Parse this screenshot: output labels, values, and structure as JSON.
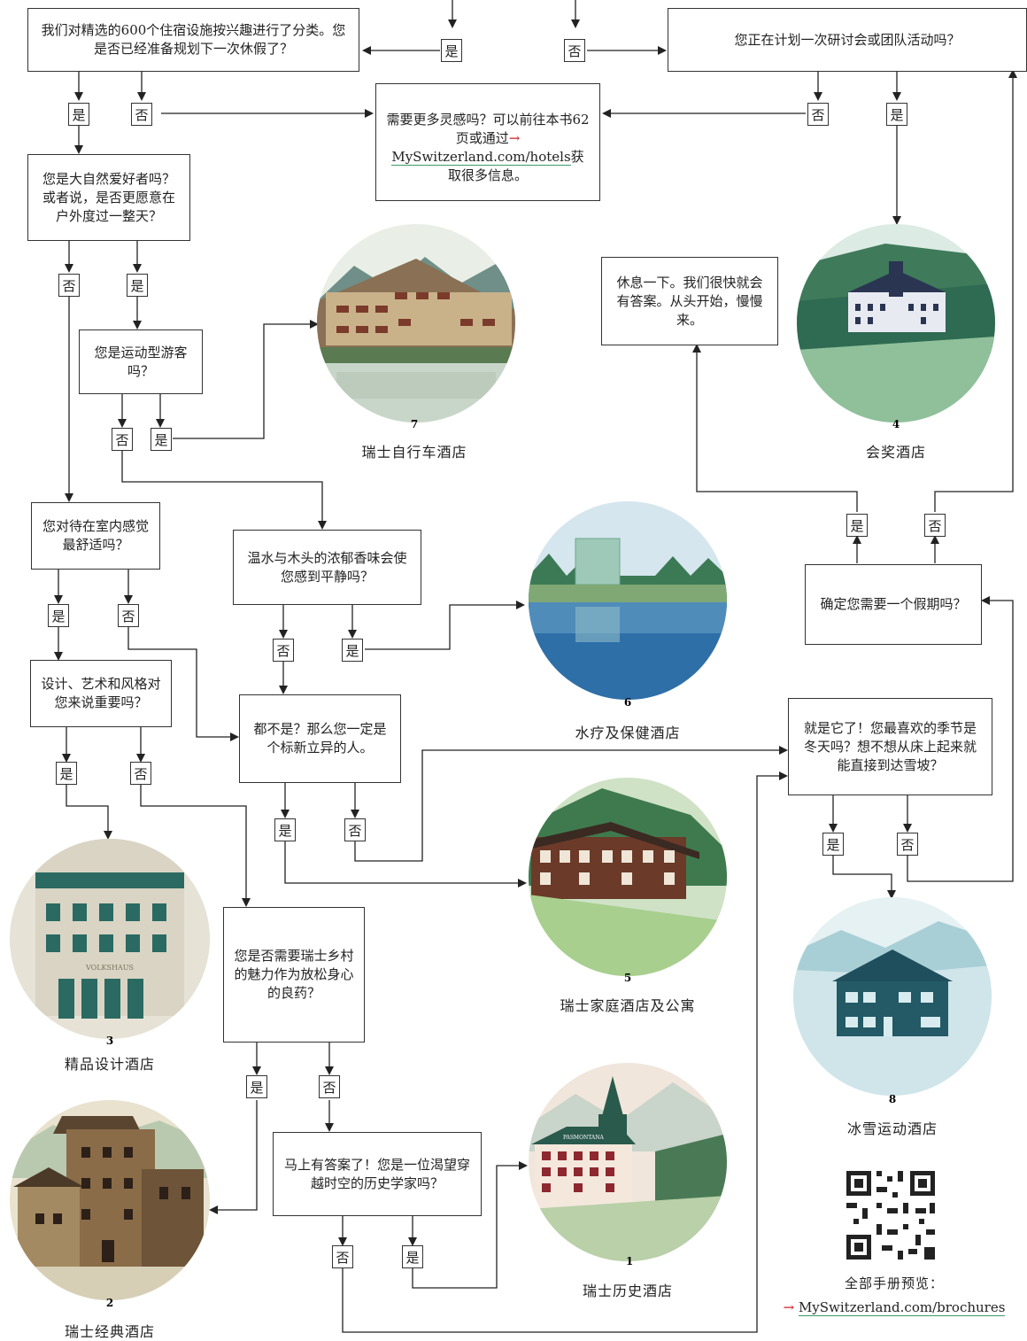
{
  "yes": "是",
  "no": "否",
  "questions": {
    "start": "我们对精选的600个住宿设施按兴趣进行了分类。您是否已经准备规划下一次休假了？",
    "seminar": "您正在计划一次研讨会或团队活动吗？",
    "nature": "您是大自然爱好者吗？或者说，是否更愿意在户外度过一整天？",
    "sporty": "您是运动型游客吗？",
    "rest": "休息一下。我们很快就会有答案。从头开始，慢慢来。",
    "indoor": "您对待在室内感觉最舒适吗？",
    "warmwood": "温水与木头的浓郁香味会使您感到平静吗？",
    "confirm": "确定您需要一个假期吗？",
    "design": "设计、艺术和风格对您来说重要吗？",
    "unique": "都不是？那么您一定是个标新立异的人。",
    "winter": "就是它了！您最喜欢的季节是冬天吗？想不想从床上起来就能直接到达雪坡？",
    "village": "您是否需要瑞士乡村的魅力作为放松身心的良药？",
    "historian": "马上有答案了！您是一位渴望穿越时空的历史学家吗？"
  },
  "inspiration": {
    "text_before": "需要更多灵感吗？可以前往本书62页或通过",
    "arrow": "→",
    "link": "MySwitzerland.com/hotels",
    "text_after": "获取很多信息。"
  },
  "hotels": [
    {
      "num": "1",
      "name": "瑞士历史酒店",
      "sign": "PASMONTANA"
    },
    {
      "num": "2",
      "name": "瑞士经典酒店"
    },
    {
      "num": "3",
      "name": "精品设计酒店",
      "sign": "VOLKSHAUS"
    },
    {
      "num": "4",
      "name": "会奖酒店"
    },
    {
      "num": "5",
      "name": "瑞士家庭酒店及公寓"
    },
    {
      "num": "6",
      "name": "水疗及保健酒店"
    },
    {
      "num": "7",
      "name": "瑞士自行车酒店"
    },
    {
      "num": "8",
      "name": "冰雪运动酒店"
    }
  ],
  "brochure": {
    "label": "全部手册预览：",
    "arrow": "→",
    "link": "MySwitzerland.com/brochures"
  }
}
